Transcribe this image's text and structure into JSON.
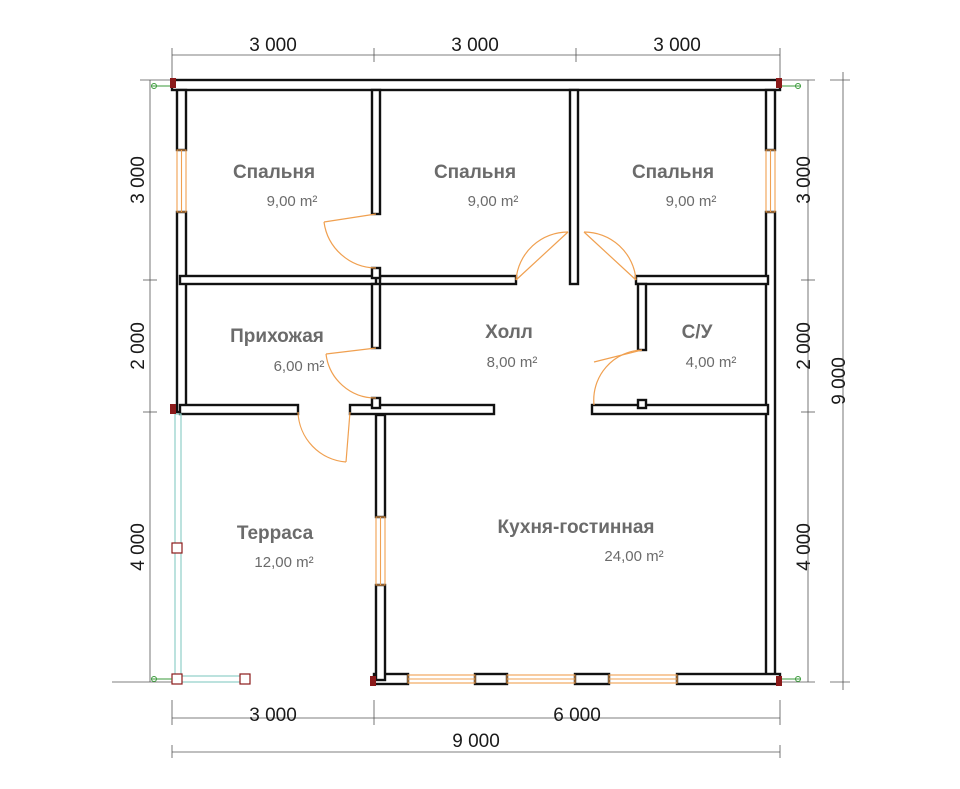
{
  "rooms": [
    {
      "name": "Спальня",
      "area": "9,00 m²"
    },
    {
      "name": "Спальня",
      "area": "9,00 m²"
    },
    {
      "name": "Спальня",
      "area": "9,00 m²"
    },
    {
      "name": "Прихожая",
      "area": "6,00 m²"
    },
    {
      "name": "Холл",
      "area": "8,00 m²"
    },
    {
      "name": "С/У",
      "area": "4,00 m²"
    },
    {
      "name": "Терраса",
      "area": "12,00 m²"
    },
    {
      "name": "Кухня-гостинная",
      "area": "24,00 m²"
    }
  ],
  "dimensions": {
    "top": [
      "3 000",
      "3 000",
      "3 000"
    ],
    "left": [
      "3 000",
      "2 000",
      "4 000"
    ],
    "right": [
      "3 000",
      "2 000",
      "4 000"
    ],
    "right_total": "9 000",
    "bottom": [
      "3 000",
      "6 000"
    ],
    "bottom_total": "9 000"
  },
  "colors": {
    "wall": "#111111",
    "door": "#f0a050",
    "window": "#f0a050",
    "terrace_rail": "#8fcfc9",
    "label": "#6b6b6b",
    "corner_marker": "#8b1a1a"
  }
}
